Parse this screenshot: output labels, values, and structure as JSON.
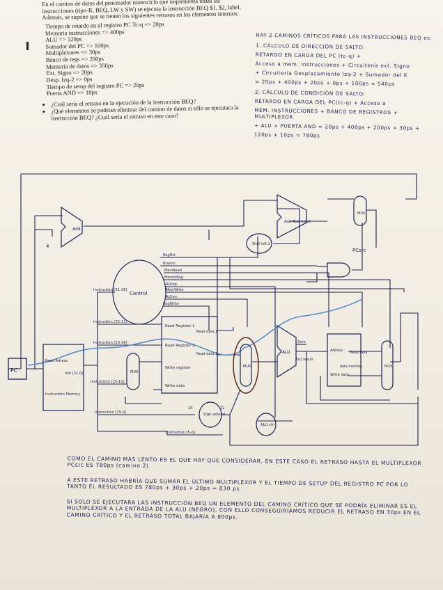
{
  "printed": {
    "intro": "En el camino de datos del procesador monociclo que implementa todas las instrucciones (tipo-R, BEQ, LW y SW) se ejecuta la instrucción BEQ $1, $2, label. Además, se supone que se tienen los siguientes retrasos en los elementos internos:",
    "delays": [
      "Tiempo de retardo en el registro PC Tc-q => 20ps",
      "Memoria instrucciones => 400ps",
      "ALU => 120ps",
      "Sumador del PC => 100ps",
      "Multiplexores => 30ps",
      "Banco de regs => 200ps",
      "Memoria de datos => 350ps",
      "Ext. Signo => 20ps",
      "Desp. Izq-2 => 0ps",
      "Tiempo de setup del registro PC => 20ps",
      "Puerta AND => 10ps"
    ],
    "questions": [
      "¿Cuál sería el retraso en la ejecución de la instrucción BEQ?",
      "¿Qué elementos se podrían eliminar del camino de datos si sólo se ejecutara la instrucción BEQ? ¿Cuál sería el retraso en este caso?"
    ]
  },
  "right_notes": {
    "line1": "HAY 2 CAMINOS CRÍTICOS PARA LAS INSTRUCCIONES BEQ es:",
    "h1": "1. CÁLCULO DE DIRECCIÓN DE SALTO:",
    "p1a": "RETARDO EN CARGA DEL PC (tc-q) +",
    "p1b": "Acceso a mem. instrucciones + Circuitería ext. Signo",
    "p1c": "+ Circuitería Desplazamiento Izq-2 + Sumador del K",
    "p1d": "= 20ps + 400ps + 20ps + 0ps + 100ps = 540ps",
    "h2": "2. CÁLCULO DE CONDICIÓN DE SALTO:",
    "p2a": "RETARDO EN CARGA DEL PC(tc-q) + Acceso a",
    "p2b": "MEM. INSTRUCCIONES + BANCO DE REGISTROS + MULTIPLEXOR",
    "p2c": "+ ALU + PUERTA AND = 20ps + 400ps + 200ps + 30ps +",
    "p2d": "120ps + 10ps = 780ps"
  },
  "bottom_notes": {
    "p1": "COMO EL CAMINO MÁS LENTO ES EL QUE HAY QUE CONSIDERAR, EN ESTE CASO EL RETRASO HASTA EL MULTIPLEXOR PCsrc ES 780ps (camino 2)",
    "p2": "A ESTE RETRASO HABRÍA QUE SUMAR EL ÚLTIMO MULTIPLEXOR Y EL TIEMPO DE SETUP DEL REGISTRO PC POR LO TANTO EL RESULTADO ES 780ps + 30ps + 20ps = 830 ps",
    "p3": "SI SOLO SE EJECUTARA LAS INSTRUCCIÓN BEQ UN ELEMENTO DEL CAMINO CRÍTICO QUE SE PODRÍA ELIMINAR ES EL MULTIPLEXOR A LA ENTRADA DE LA ALU (NEGRO), CON ELLO CONSEGUIRÍAMOS REDUCIR EL RETRASO EN 30ps EN EL CAMINO CRÍTICO Y EL RETRASO TOTAL BAJARÍA A 800ps."
  },
  "diagram": {
    "pc": "PC",
    "add": "Add",
    "four": "4",
    "add_alu": "Add ALU result",
    "shift": "Shift left 2",
    "control": "Control",
    "instr_31_26": "Instruction [31-26]",
    "instr_25_21": "Instruction [25-21]",
    "instr_20_16": "Instruction [20-16]",
    "instr_15_11": "Instruction [15-11]",
    "instr_15_0": "Instruction [15-0]",
    "instr_5_0": "Instruction [5-0]",
    "imem_read_address": "Read Adress",
    "imem_inst": "Inst [31-0]",
    "imem_label": "Instruction Memory",
    "read_reg1": "Read Register 1",
    "read_reg2": "Read Register 2",
    "write_reg": "Write register",
    "write_data": "Write data",
    "read_data1": "Read data 1",
    "read_data2": "Read data 2",
    "sign_extend": "Sign extend",
    "sixteen": "16",
    "thirtytwo": "32",
    "alu": "ALU",
    "zero": "Zero",
    "alu_result": "ALU result",
    "alu_ctrl": "ALU ctrl",
    "dmem_address": "Adress",
    "dmem_read_data": "Read data",
    "dmem_write_data": "Write data",
    "dmem_label": "data memory",
    "pcsrc": "PCsrc",
    "mux_letters": "MUX",
    "signals": [
      "RegDst",
      "Branch",
      "MemRead",
      "MemtoReg",
      "ALUop",
      "MemWrite",
      "ALUsrc",
      "RegWrite"
    ]
  }
}
